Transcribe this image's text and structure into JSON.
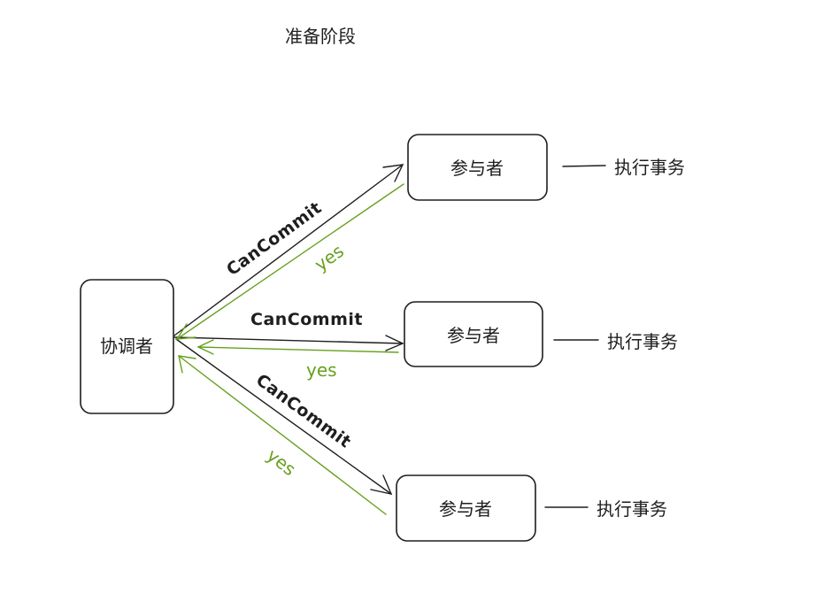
{
  "title": "准备阶段",
  "coordinator": {
    "label": "协调者"
  },
  "participants": [
    {
      "label": "参与者",
      "action": "执行事务"
    },
    {
      "label": "参与者",
      "action": "执行事务"
    },
    {
      "label": "参与者",
      "action": "执行事务"
    }
  ],
  "messages": [
    {
      "request": "CanCommit",
      "response": "yes"
    },
    {
      "request": "CanCommit",
      "response": "yes"
    },
    {
      "request": "CanCommit",
      "response": "yes"
    }
  ],
  "colors": {
    "ink": "#1e1e1e",
    "response": "#66a01e",
    "background": "#ffffff"
  }
}
